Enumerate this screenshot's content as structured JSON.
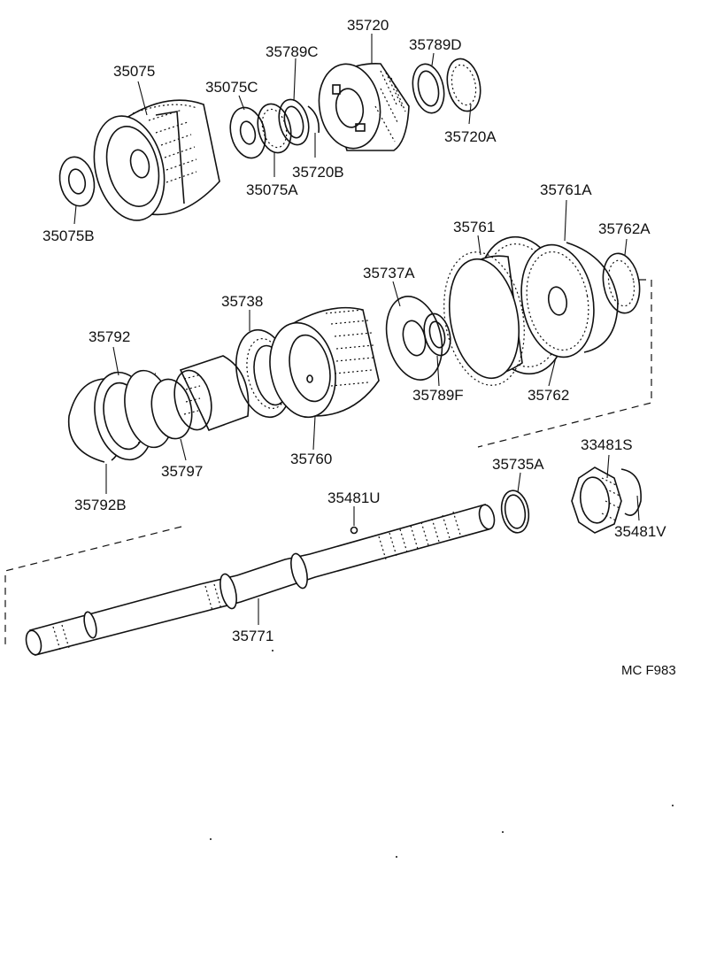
{
  "diagram_code": "MC F983",
  "parts": [
    {
      "id": "p-35720",
      "label": "35720"
    },
    {
      "id": "p-35789c",
      "label": "35789C"
    },
    {
      "id": "p-35789d",
      "label": "35789D"
    },
    {
      "id": "p-35075",
      "label": "35075"
    },
    {
      "id": "p-35075c",
      "label": "35075C"
    },
    {
      "id": "p-35720a",
      "label": "35720A"
    },
    {
      "id": "p-35720b",
      "label": "35720B"
    },
    {
      "id": "p-35075a",
      "label": "35075A"
    },
    {
      "id": "p-35075b",
      "label": "35075B"
    },
    {
      "id": "p-35761a",
      "label": "35761A"
    },
    {
      "id": "p-35761",
      "label": "35761"
    },
    {
      "id": "p-35762a",
      "label": "35762A"
    },
    {
      "id": "p-35737a",
      "label": "35737A"
    },
    {
      "id": "p-35738",
      "label": "35738"
    },
    {
      "id": "p-35792",
      "label": "35792"
    },
    {
      "id": "p-35789f",
      "label": "35789F"
    },
    {
      "id": "p-35762",
      "label": "35762"
    },
    {
      "id": "p-35797",
      "label": "35797"
    },
    {
      "id": "p-35760",
      "label": "35760"
    },
    {
      "id": "p-33481s",
      "label": "33481S"
    },
    {
      "id": "p-35735a",
      "label": "35735A"
    },
    {
      "id": "p-35792b",
      "label": "35792B"
    },
    {
      "id": "p-35481u",
      "label": "35481U"
    },
    {
      "id": "p-35481v",
      "label": "35481V"
    },
    {
      "id": "p-35771",
      "label": "35771"
    }
  ]
}
